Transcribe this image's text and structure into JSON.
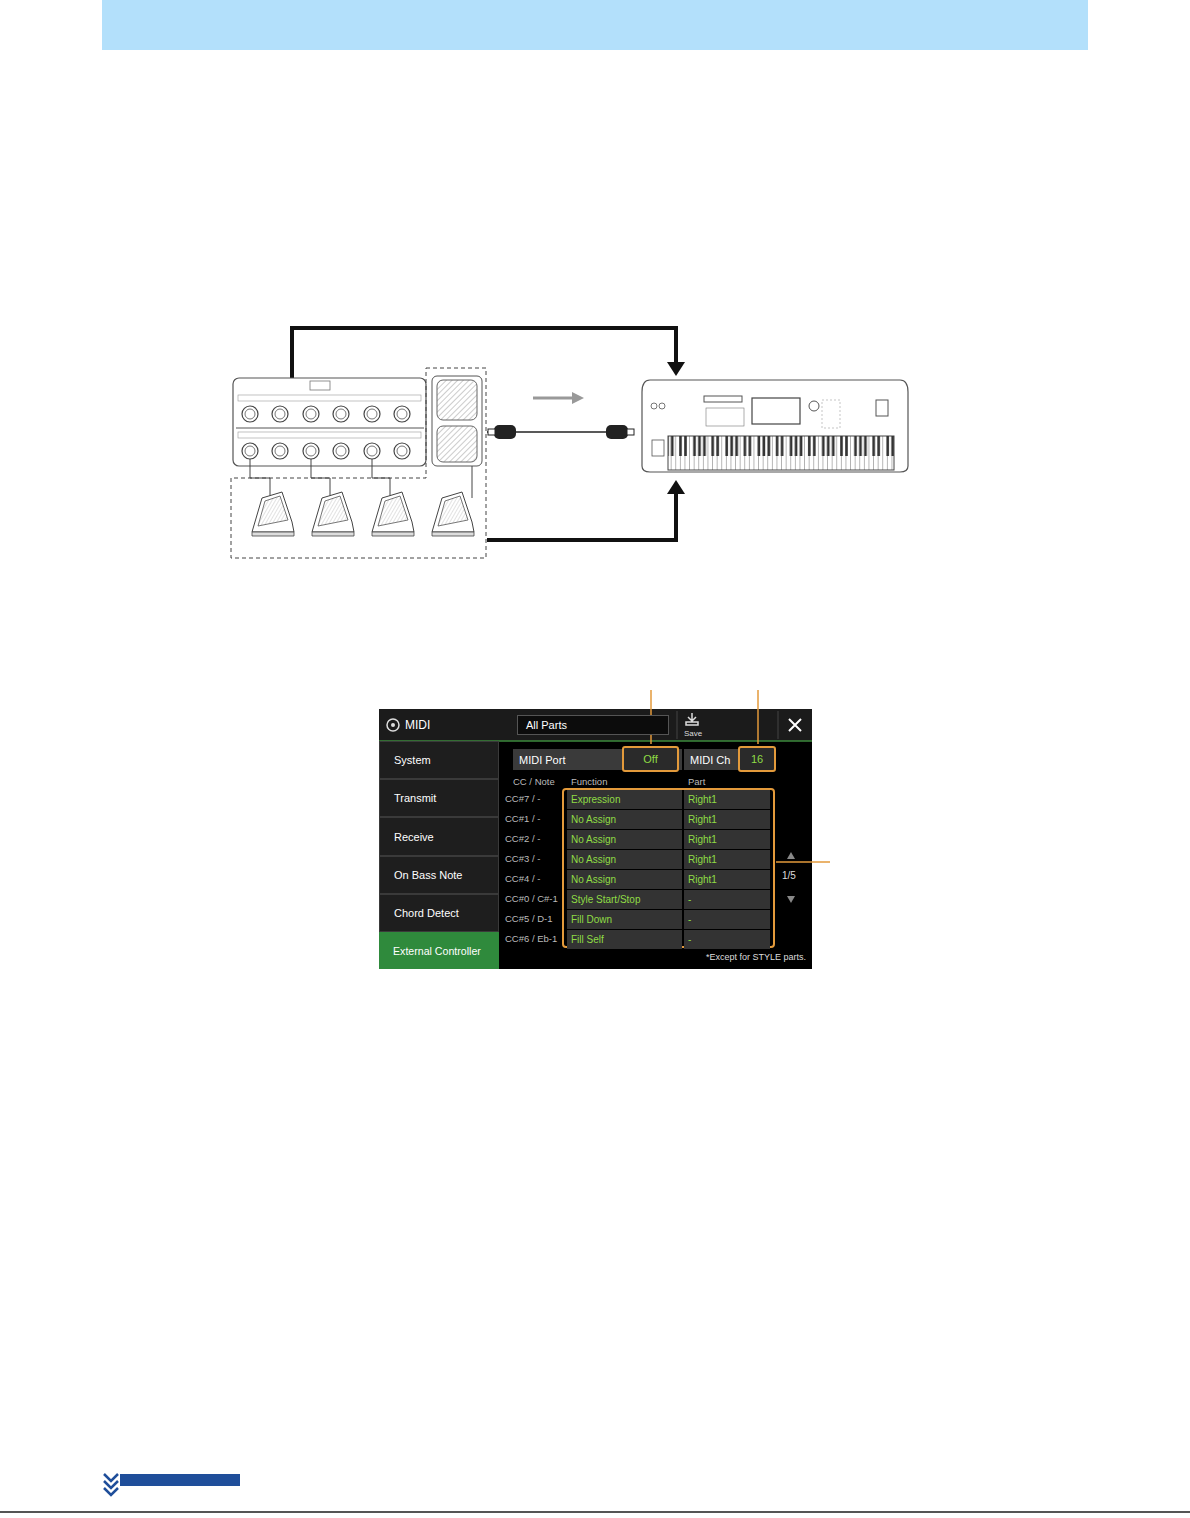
{
  "diagram": {
    "nodes": [
      {
        "text": [
          "MIDI"
        ]
      },
      {
        "text": [
          "All Parts"
        ],
        "in": 0
      },
      {
        "text": [
          "Save"
        ],
        "in": 0
      },
      {
        "text": [
          "System"
        ],
        "in": 0
      },
      {
        "text": [
          "Transmit"
        ],
        "in": 0
      },
      {
        "text": [
          "Receive"
        ],
        "in": 0
      },
      {
        "text": [
          "On Bass Note"
        ],
        "in": 0
      },
      {
        "text": [
          "Chord Detect"
        ],
        "in": 0
      },
      {
        "text": [
          "External Controller"
        ],
        "in": 0
      },
      {
        "text": [
          "MIDI Port"
        ],
        "in": 0
      },
      {
        "text": [
          "Off"
        ],
        "in": 9
      },
      {
        "text": [
          "MIDI Ch"
        ],
        "in": 0
      },
      {
        "text": [
          "16"
        ],
        "in": 11
      },
      {
        "text": [
          "Expression"
        ],
        "in": 0
      },
      {
        "text": [
          "Right1"
        ],
        "in": 0
      },
      {
        "text": [
          "No Assign"
        ],
        "in": 0
      },
      {
        "text": [
          "Right1"
        ],
        "in": 0
      },
      {
        "text": [
          "No Assign"
        ],
        "in": 0
      },
      {
        "text": [
          "Right1"
        ],
        "in": 0
      },
      {
        "text": [
          "No Assign"
        ],
        "in": 0
      },
      {
        "text": [
          "Right1"
        ],
        "in": 0
      },
      {
        "text": [
          "No Assign"
        ],
        "in": 0
      },
      {
        "text": [
          "Right1"
        ],
        "in": 0
      },
      {
        "text": [
          "Style Start/Stop"
        ],
        "in": 0
      },
      {
        "text": [
          "-"
        ],
        "in": 0
      },
      {
        "text": [
          "Fill Down"
        ],
        "in": 0
      },
      {
        "text": [
          "-"
        ],
        "in": 0
      },
      {
        "text": [
          "Fill Self"
        ],
        "in": 0
      },
      {
        "text": [
          "-"
        ],
        "in": 0
      }
    ],
    "labels": [
      "CC / Note",
      "Function",
      "Part",
      "CC#7 / -",
      "CC#1 / -",
      "CC#2 / -",
      "CC#3 / -",
      "CC#4 / -",
      "CC#0 / C#-1",
      "CC#5 / D-1",
      "CC#6 / Eb-1",
      "1/5",
      "*Except for STYLE parts."
    ]
  }
}
